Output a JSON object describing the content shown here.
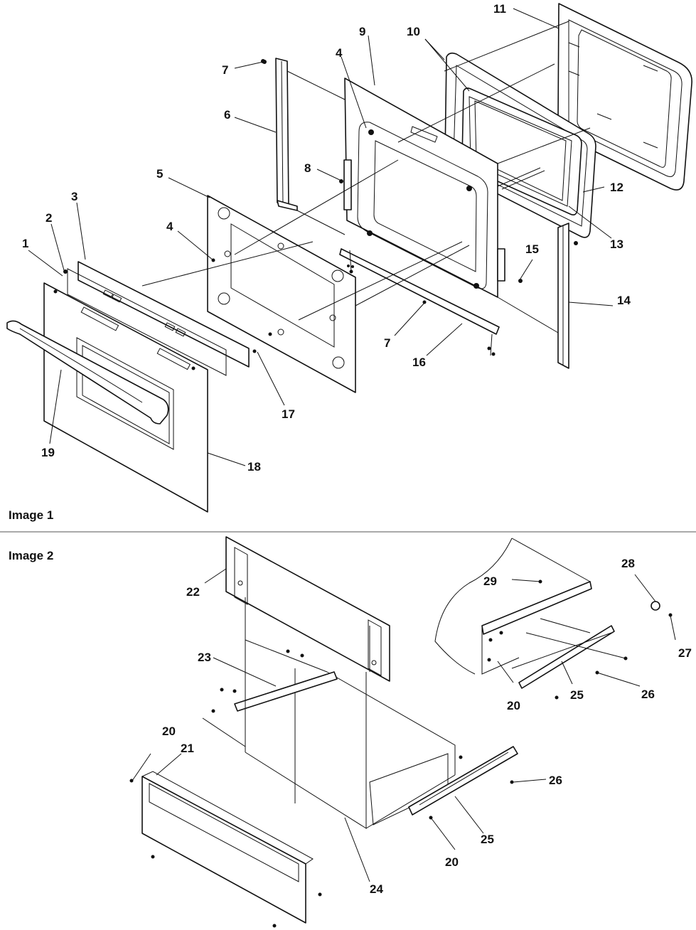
{
  "captions": {
    "image1": "Image 1",
    "image2": "Image 2"
  },
  "callouts": {
    "c1": "1",
    "c2": "2",
    "c3": "3",
    "c4a": "4",
    "c4b": "4",
    "c5": "5",
    "c6": "6",
    "c7a": "7",
    "c7b": "7",
    "c8": "8",
    "c9": "9",
    "c10": "10",
    "c11": "11",
    "c12": "12",
    "c13": "13",
    "c14": "14",
    "c15": "15",
    "c16": "16",
    "c17": "17",
    "c18": "18",
    "c19": "19",
    "c20a": "20",
    "c20b": "20",
    "c20c": "20",
    "c21": "21",
    "c22": "22",
    "c23": "23",
    "c24": "24",
    "c25a": "25",
    "c25b": "25",
    "c26a": "26",
    "c26b": "26",
    "c27": "27",
    "c28": "28",
    "c29": "29"
  }
}
